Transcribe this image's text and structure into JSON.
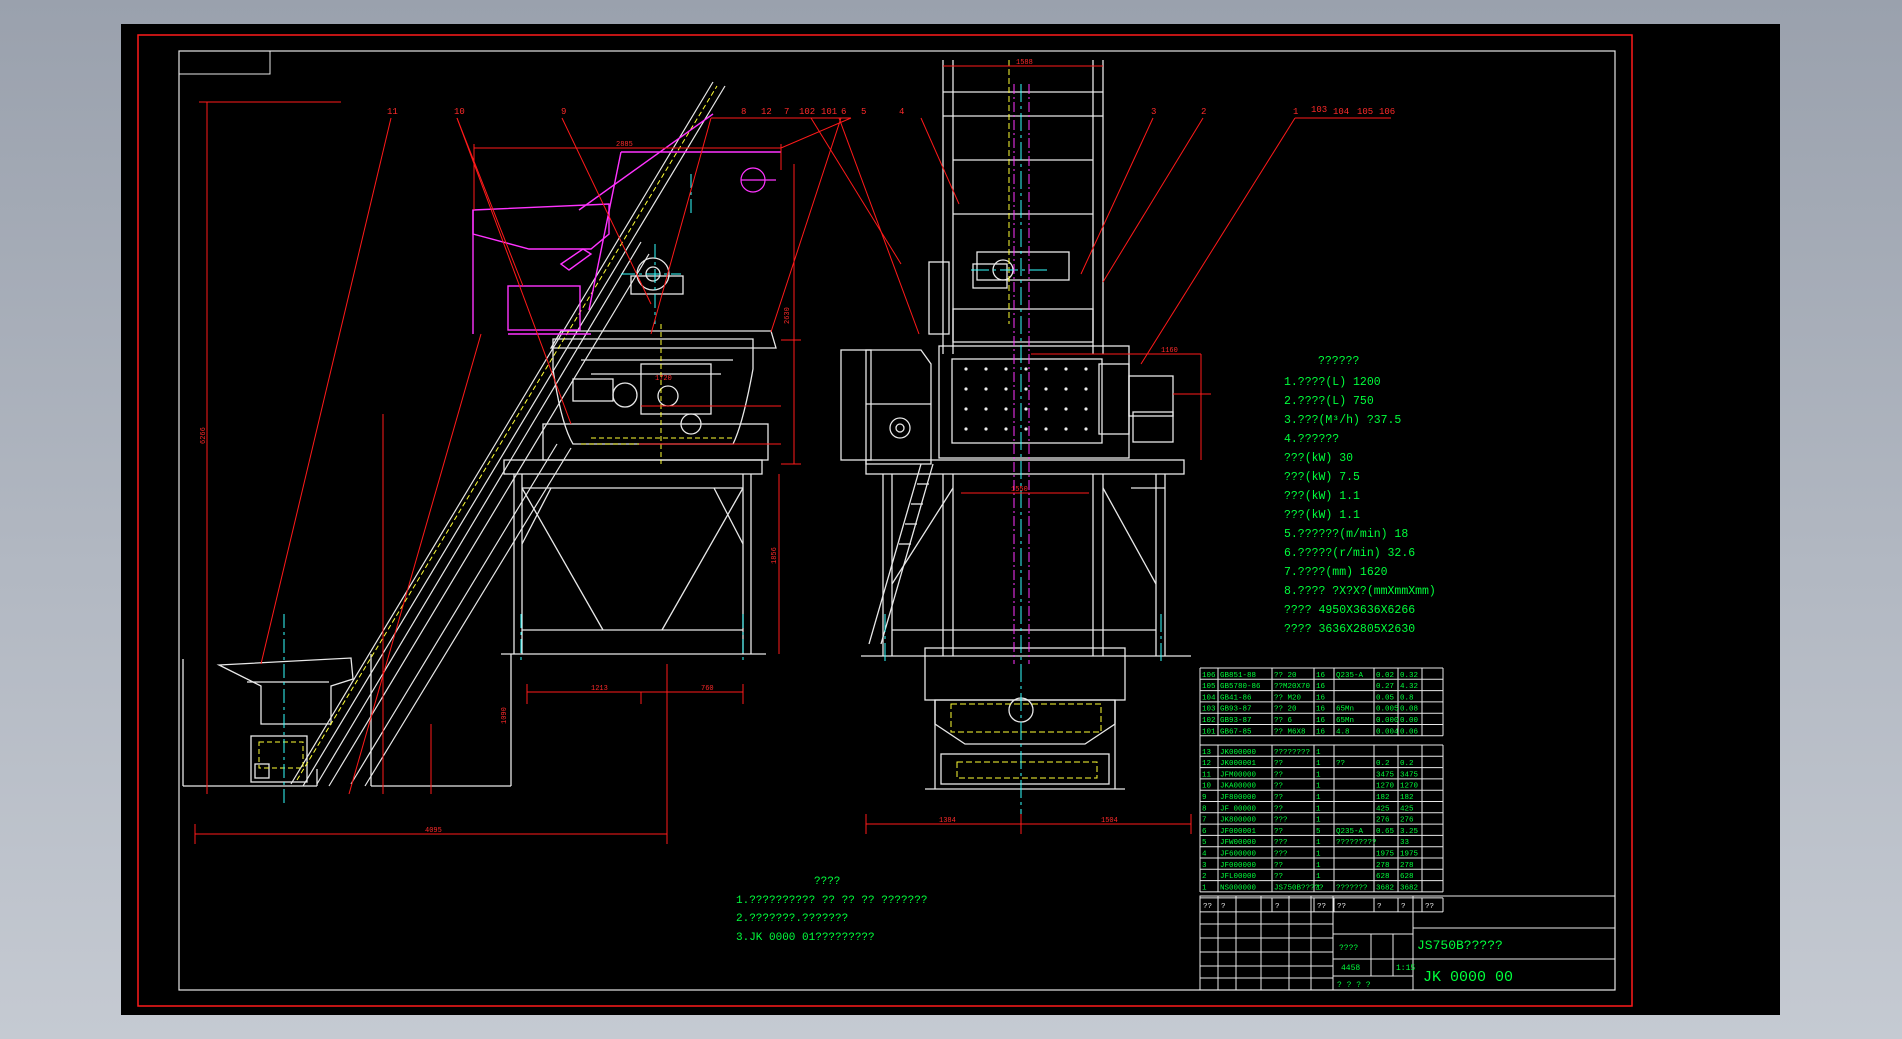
{
  "specs": {
    "title": "??????",
    "lines": [
      "1.????(L)  1200",
      "2.????(L)  750",
      "3.???(M³/h) ?37.5",
      "4.??????",
      " ???(kW)  30",
      " ???(kW)  7.5",
      " ???(kW)  1.1",
      " ???(kW)  1.1",
      "5.??????(m/min) 18",
      "6.?????(r/min)  32.6",
      "7.????(mm)    1620",
      "8.???? ?X?X?(mmXmmXmm)",
      " ???? 4950X3636X6266",
      " ???? 3636X2805X2630"
    ]
  },
  "notes": {
    "title": "????",
    "lines": [
      "1.?????????? ?? ?? ?? ???????",
      "2.???????.???????",
      "3.JK 0000 01?????????"
    ]
  },
  "callouts": {
    "left": [
      "11",
      "10",
      "9",
      "8",
      "12",
      "7",
      "102",
      "101",
      "6",
      "5"
    ],
    "right": [
      "4",
      "3",
      "2",
      "1",
      "103",
      "104",
      "105",
      "106"
    ]
  },
  "dimensions": {
    "top_width": "2885",
    "right_top": "1588",
    "hopper_width": "1160",
    "inner_width": "1720",
    "left_base1": "1213",
    "left_base2": "760",
    "total_length": "4095",
    "height_total": "6266",
    "height_mid": "2630",
    "height_leg": "1856",
    "pit_depth": "1090",
    "side_inner": "1550",
    "bottom_left": "1384",
    "bottom_right": "1504"
  },
  "bom_std": [
    [
      "106",
      "GB851-88",
      "?? 20",
      "16",
      "Q235-A",
      "0.02",
      "0.32"
    ],
    [
      "105",
      "GB5780-86",
      "??M20X70",
      "16",
      "",
      "0.27",
      "4.32"
    ],
    [
      "104",
      "GB41-86",
      "?? M20",
      "16",
      "",
      "0.05",
      "0.8"
    ],
    [
      "103",
      "GB93-87",
      "?? 20",
      "16",
      "65Mn",
      "0.005",
      "0.08"
    ],
    [
      "102",
      "GB93-87",
      "?? 6",
      "16",
      "65Mn",
      "0.000",
      "0.00"
    ],
    [
      "101",
      "GB67-85",
      "?? M6X8",
      "16",
      "4.8",
      "0.004",
      "0.06"
    ]
  ],
  "bom_parts": [
    [
      "13",
      "JK000000",
      "????????",
      "1",
      "",
      "",
      ""
    ],
    [
      "12",
      "JK000001",
      "??",
      "1",
      "??",
      "0.2",
      "0.2"
    ],
    [
      "11",
      "JFM00000",
      "??",
      "1",
      "",
      "3475",
      "3475"
    ],
    [
      "10",
      "JKA00000",
      "??",
      "1",
      "",
      "1270",
      "1270"
    ],
    [
      "9",
      "JF800000",
      "??",
      "1",
      "",
      "182",
      "182"
    ],
    [
      "8",
      "JF 00000",
      "??",
      "1",
      "",
      "425",
      "425"
    ],
    [
      "7",
      "JK800000",
      "???",
      "1",
      "",
      "276",
      "276"
    ],
    [
      "6",
      "JF000001",
      "??",
      "5",
      "Q235-A",
      "0.65",
      "3.25"
    ],
    [
      "5",
      "JFW00000",
      "???",
      "1",
      "?????????",
      "",
      "33"
    ],
    [
      "4",
      "JF600000",
      "???",
      "1",
      "",
      "1975",
      "1975"
    ],
    [
      "3",
      "JF000000",
      "??",
      "1",
      "",
      "278",
      "278"
    ],
    [
      "2",
      "JFL00000",
      "??",
      "1",
      "",
      "628",
      "628"
    ],
    [
      "1",
      "NS000000",
      "JS750B?????",
      "1",
      "???????",
      "3682",
      "3682"
    ]
  ],
  "bom_header": [
    "??",
    "?",
    "?",
    "??",
    "??",
    "?",
    "?",
    "??"
  ],
  "title_block": {
    "name": "JS750B?????",
    "code": "JK 0000 00",
    "scale_label": "????",
    "weight": "4458",
    "ratio": "1:15",
    "sheet": "? ?  ? ?"
  }
}
